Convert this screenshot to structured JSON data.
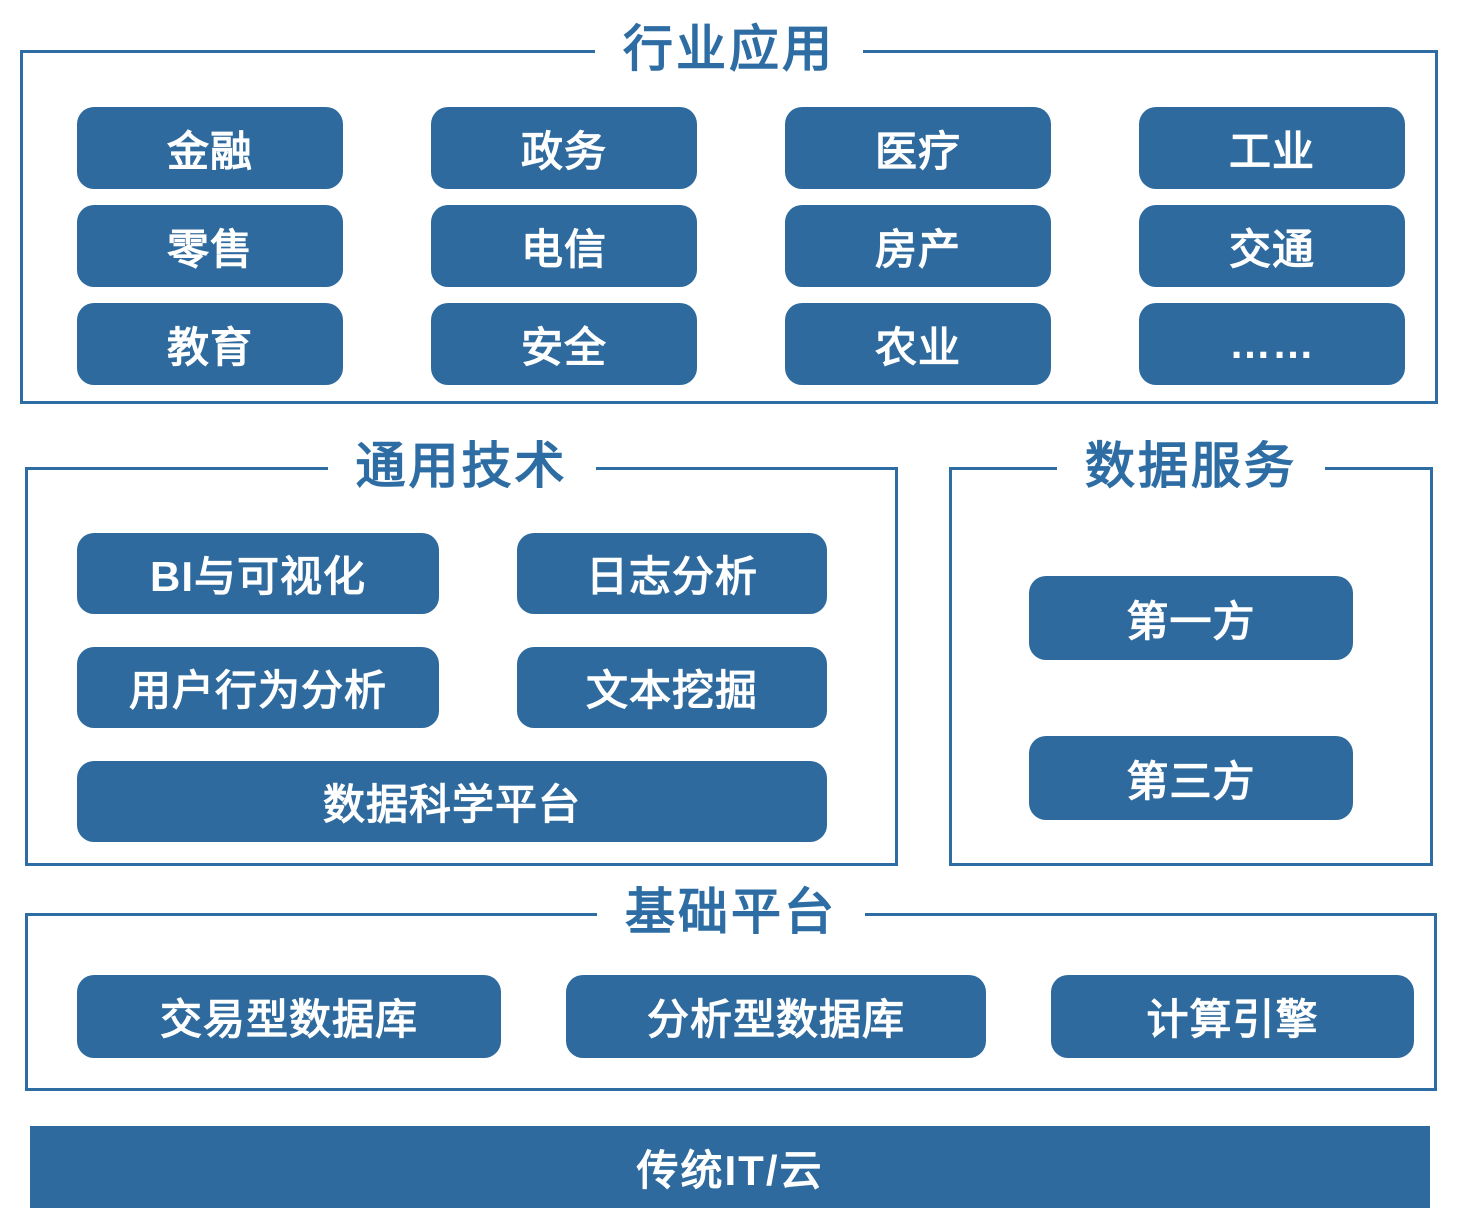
{
  "diagram": {
    "colors": {
      "box_fill": "#2e6a9d",
      "panel_border": "#2e6da4",
      "title_text": "#2e6da4",
      "box_text": "#ffffff",
      "background": "#ffffff"
    },
    "industry": {
      "title": "行业应用",
      "items": [
        "金融",
        "政务",
        "医疗",
        "工业",
        "零售",
        "电信",
        "房产",
        "交通",
        "教育",
        "安全",
        "农业",
        "……"
      ]
    },
    "technology": {
      "title": "通用技术",
      "items": [
        "BI与可视化",
        "日志分析",
        "用户行为分析",
        "文本挖掘",
        "数据科学平台"
      ]
    },
    "data_services": {
      "title": "数据服务",
      "items": [
        "第一方",
        "第三方"
      ]
    },
    "platform": {
      "title": "基础平台",
      "items": [
        "交易型数据库",
        "分析型数据库",
        "计算引擎"
      ]
    },
    "infrastructure": {
      "label": "传统IT/云"
    }
  }
}
